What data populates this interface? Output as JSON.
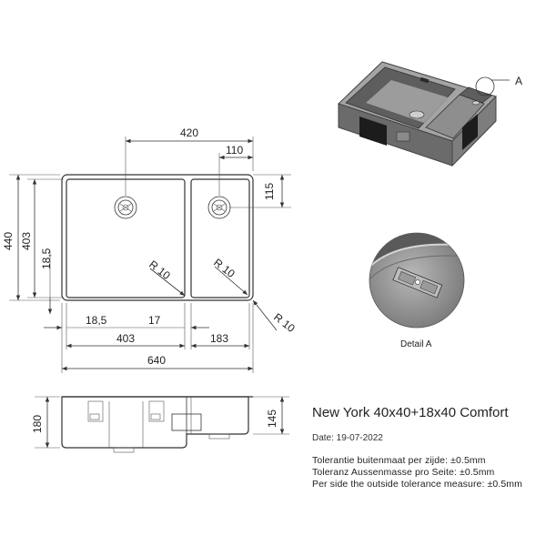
{
  "dimensions": {
    "top_width": "420",
    "small_bowl_width_top": "110",
    "right_height": "115",
    "overall_height": "440",
    "inner_height": "403",
    "left_offset": "18,5",
    "radius_large": "R 10",
    "radius_small": "R 10",
    "radius_corner": "R 10",
    "bottom_offset": "18,5",
    "divider": "17",
    "large_bowl_width": "403",
    "small_bowl_width": "183",
    "overall_width": "640",
    "side_height_left": "180",
    "side_height_right": "145"
  },
  "callout": {
    "letter": "A"
  },
  "detail": {
    "label": "Detail A"
  },
  "product": {
    "title": "New York 40x40+18x40 Comfort",
    "date": "Date: 19-07-2022",
    "tolerances": [
      "Tolerantie buitenmaat per zijde: ±0.5mm",
      "Toleranz Aussenmasse pro Seite: ±0.5mm",
      "Per side the outside tolerance measure: ±0.5mm"
    ]
  },
  "colors": {
    "steel_dark": "#5a5a5a",
    "steel_mid": "#8c8c8c",
    "steel_light": "#bdbdbd"
  }
}
